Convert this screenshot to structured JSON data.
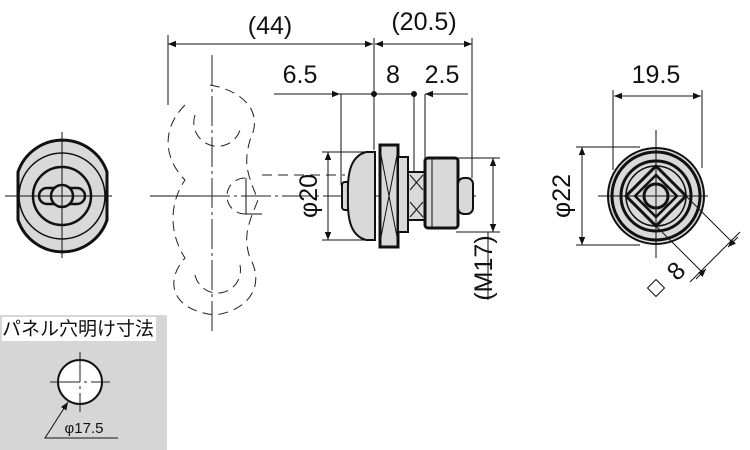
{
  "title": "パネル穴明け寸法",
  "dimensions": {
    "overall_handle": "(44)",
    "body_length": "(20.5)",
    "d_6_5": "6.5",
    "d_8": "8",
    "d_2_5": "2.5",
    "phi20": "φ20",
    "m17": "(M17)",
    "w19_5": "19.5",
    "phi22": "φ22",
    "square8": "8",
    "panel_hole": "φ17.5"
  },
  "colors": {
    "fill": "#d9d9d9",
    "panel_bg": "#d6d6d6",
    "line": "#111111"
  }
}
